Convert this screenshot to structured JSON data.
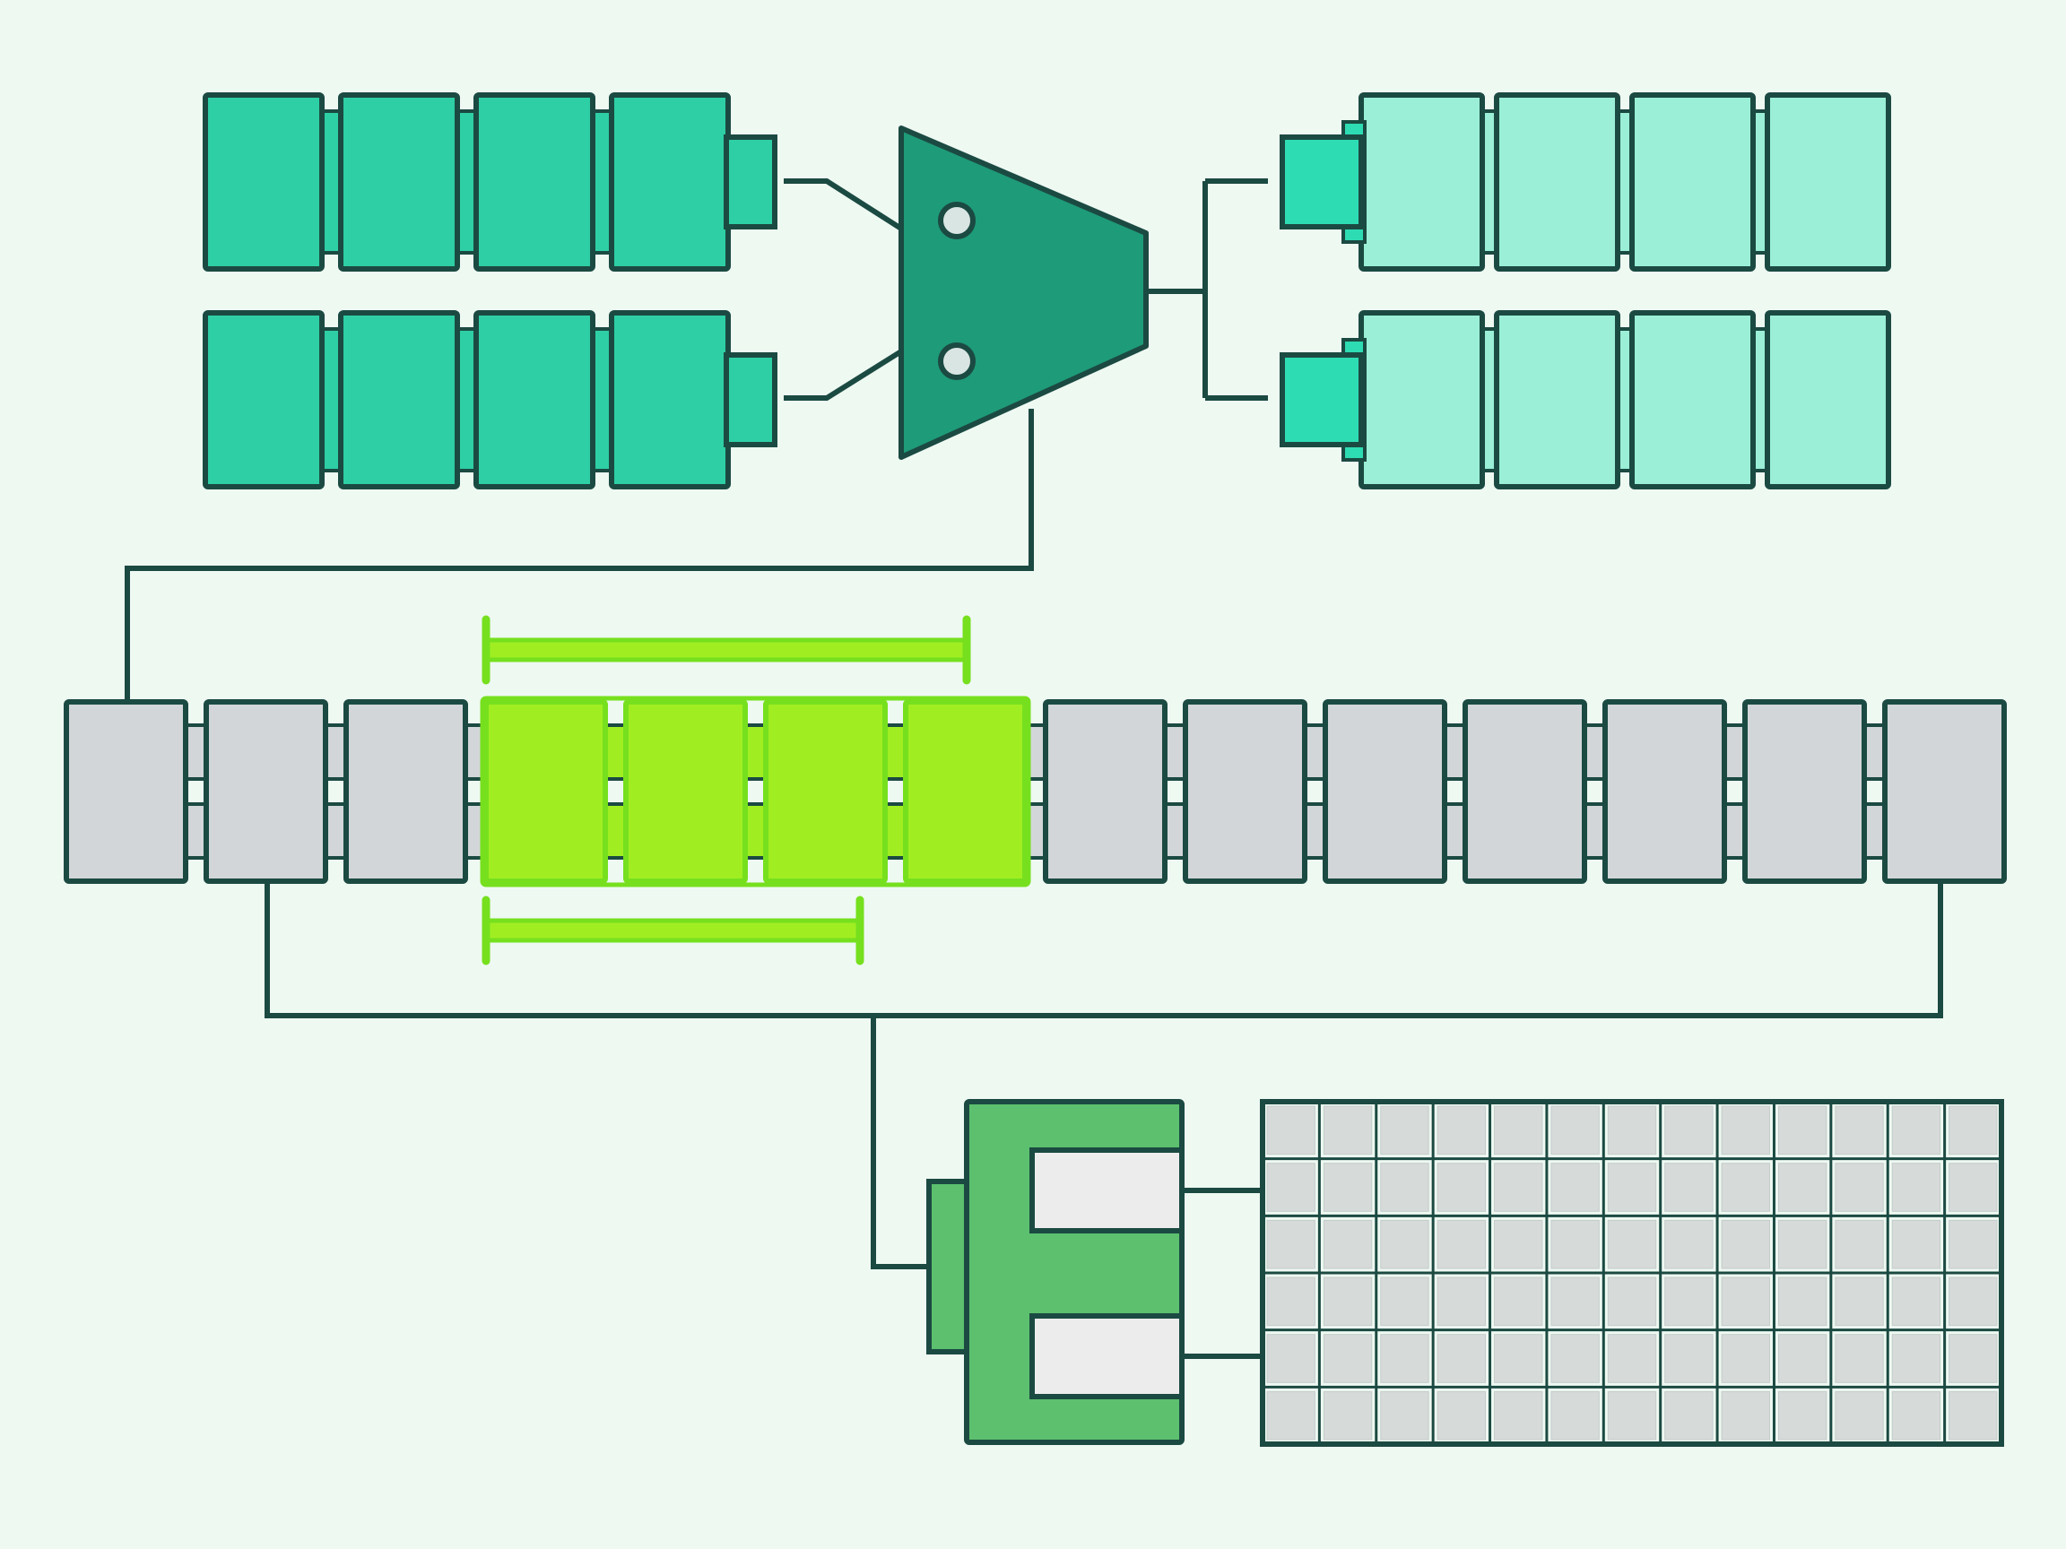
{
  "colors": {
    "background": "#eef9f2",
    "stroke": "#1b4a42",
    "teal_dark": "#2ecfa5",
    "teal_light": "#9aefd6",
    "teal_connector": "#2edcb3",
    "multiplexer": "#1e9b78",
    "multiplexer_port": "#d9e5e2",
    "gray_cell": "#d2d6d9",
    "lime": "#a0ee22",
    "lime_bracket": "#76e01e",
    "green_block": "#5cc06e",
    "green_slot": "#ececec",
    "grid_cell": "#d6dad9"
  },
  "icons": {
    "multiplexer": "trapezoid-merge-icon",
    "input_port": "circle-port-icon"
  },
  "structure": {
    "top_left_queue_cells": 4,
    "top_right_queue_cells": 4,
    "main_sequence_cells": 14,
    "highlighted_span_upper_cells": 4,
    "highlighted_span_lower_cells": 3,
    "grid_rows": 6,
    "grid_cols": 13
  }
}
